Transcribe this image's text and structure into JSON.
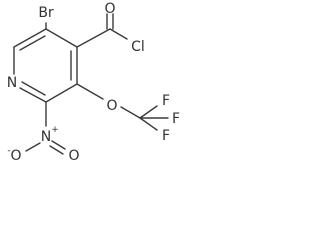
{
  "molecule": {
    "atoms": {
      "br": "Br",
      "carbonyl_o": "O",
      "cl": "Cl",
      "ring_n": "N",
      "ether_o": "O",
      "f_top": "F",
      "f_right": "F",
      "f_bottom": "F",
      "nitro_n": "N",
      "nitro_n_charge": "+",
      "nitro_o_left": "O",
      "nitro_o_left_charge": "-",
      "nitro_o_right": "O"
    }
  }
}
